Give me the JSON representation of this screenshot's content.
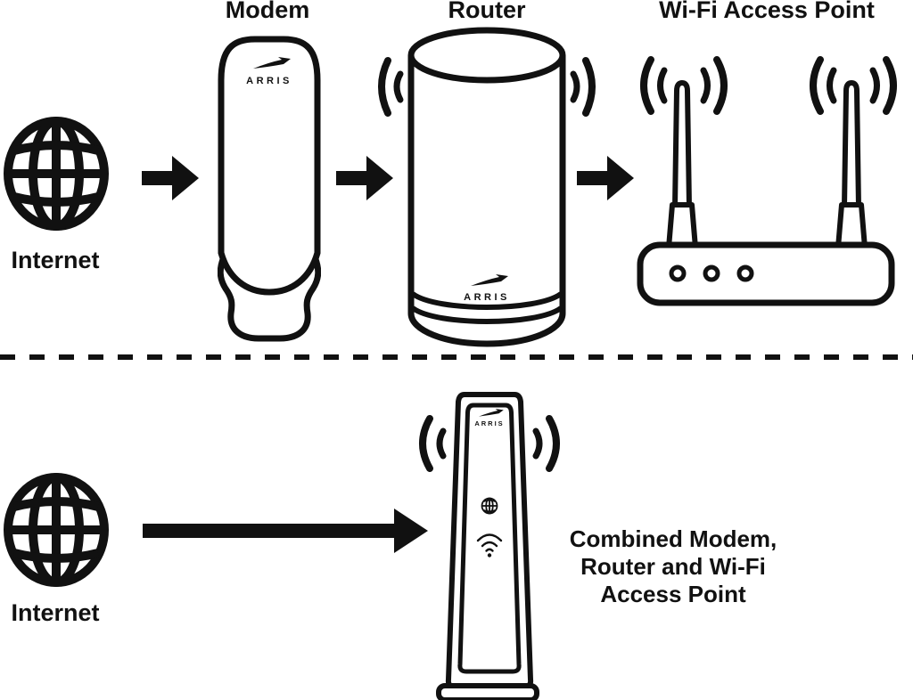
{
  "colors": {
    "ink": "#111111",
    "background": "#ffffff"
  },
  "top_section": {
    "internet_label": "Internet",
    "modem_label": "Modem",
    "router_label": "Router",
    "access_point_label": "Wi-Fi Access Point",
    "modem_brand": "ARRIS",
    "router_brand": "ARRIS"
  },
  "bottom_section": {
    "internet_label": "Internet",
    "device_brand": "ARRIS",
    "caption": {
      "line1": "Combined Modem,",
      "line2": "Router and Wi-Fi",
      "line3": "Access Point"
    }
  }
}
